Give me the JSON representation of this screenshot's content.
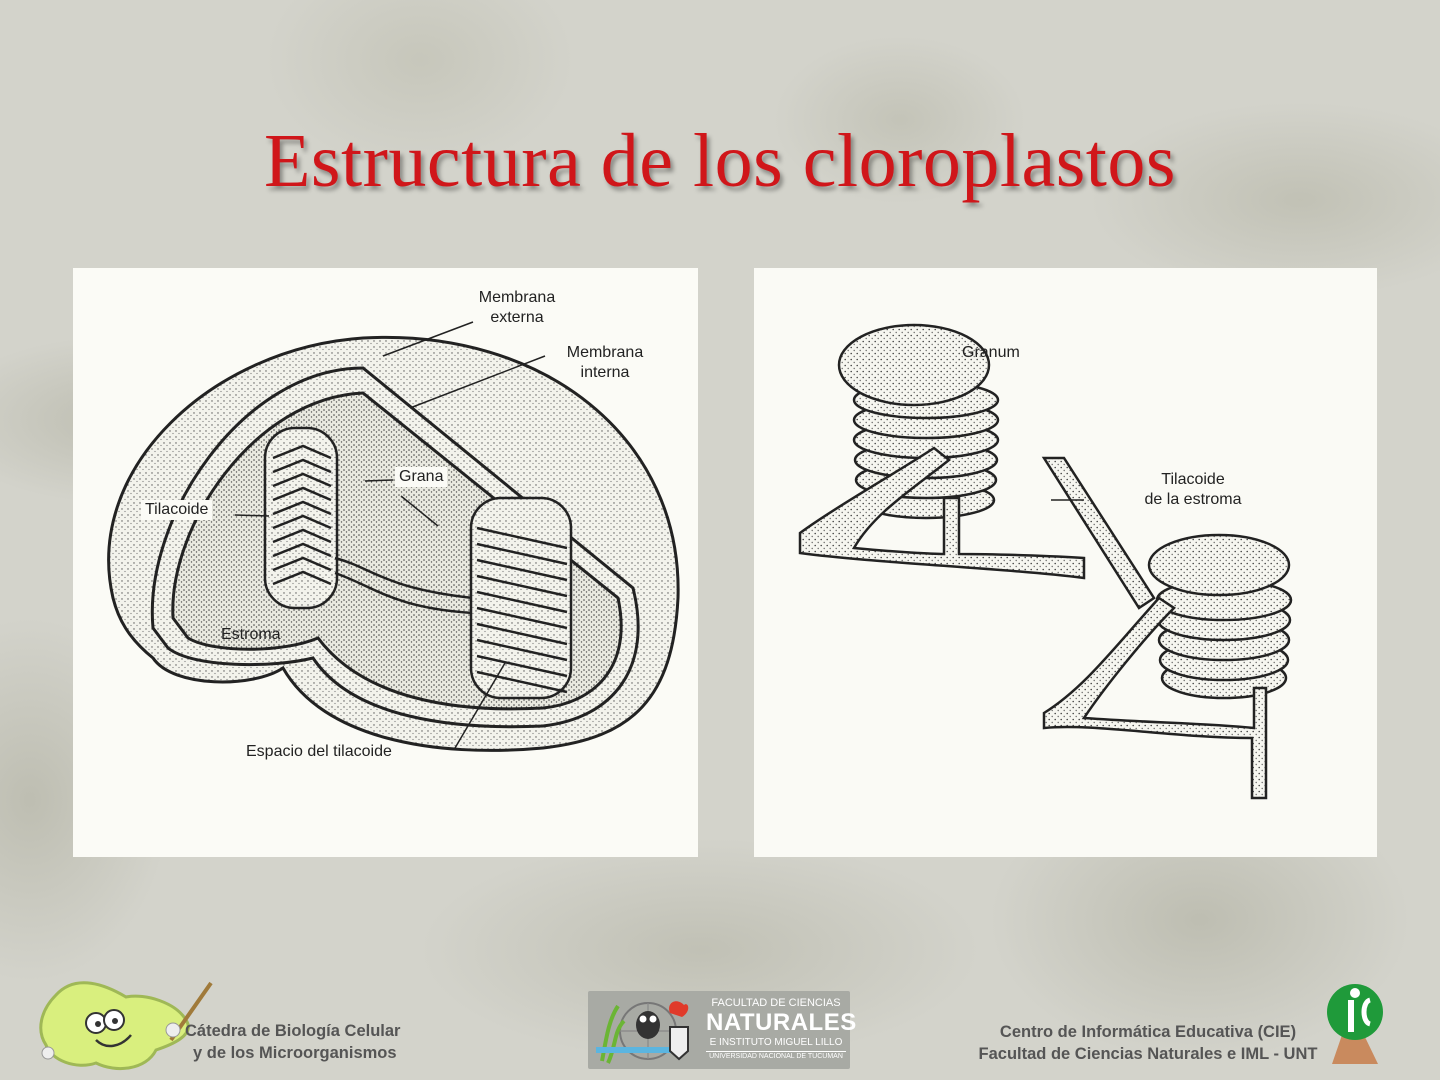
{
  "slide": {
    "title": "Estructura de los cloroplastos",
    "title_color": "#d0161a"
  },
  "figure_left": {
    "labels": {
      "membrana_externa_1": "Membrana",
      "membrana_externa_2": "externa",
      "membrana_interna_1": "Membrana",
      "membrana_interna_2": "interna",
      "grana": "Grana",
      "tilacoide": "Tilacoide",
      "estroma": "Estroma",
      "espacio_tilacoide": "Espacio del tilacoide"
    }
  },
  "figure_right": {
    "labels": {
      "granum": "Granum",
      "tilacoide_estroma_1": "Tilacoide",
      "tilacoide_estroma_2": "de la estroma"
    }
  },
  "footer": {
    "left": {
      "line1": "Cátedra de Biología Celular",
      "line2": "y de los Microorganismos"
    },
    "center": {
      "line1": "FACULTAD DE CIENCIAS",
      "line2": "NATURALES",
      "line3": "E INSTITUTO MIGUEL LILLO",
      "line4": "UNIVERSIDAD NACIONAL DE TUCUMAN"
    },
    "right": {
      "line1": "Centro de Informática Educativa (CIE)",
      "line2": "Facultad de Ciencias Naturales e IML - UNT"
    }
  }
}
